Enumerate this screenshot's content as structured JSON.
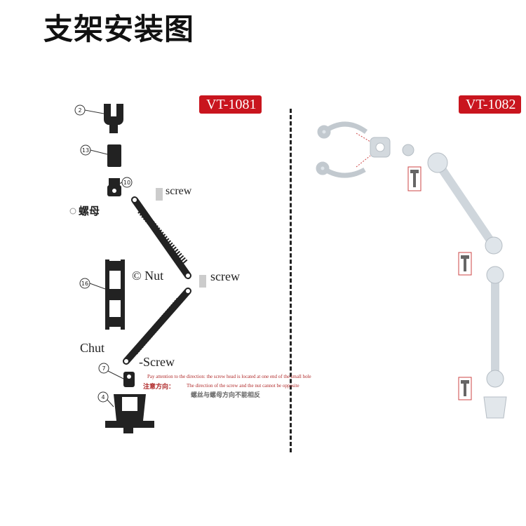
{
  "title": "支架安装图",
  "models": {
    "left": "VT-1081",
    "right": "VT-1082"
  },
  "part_numbers": [
    "2",
    "13",
    "10",
    "16",
    "7",
    "4"
  ],
  "labels": {
    "nut_cn": "螺母",
    "screw_top": "screw",
    "nut_mid": "© Nut",
    "screw_mid": "screw",
    "nut_low": "Chut",
    "screw_low": "-Screw"
  },
  "note": {
    "en_top": "Pay attention to the direction: the screw head is located at one end of the small hole",
    "prefix_cn": "注意方向：",
    "en_main": "The direction of the screw and the nut cannot be opposite",
    "cn_bottom": "螺丝与螺母方向不能相反"
  },
  "colors": {
    "badge": "#c9151e",
    "part": "#222222",
    "clear_part": "#cfd6dc"
  }
}
